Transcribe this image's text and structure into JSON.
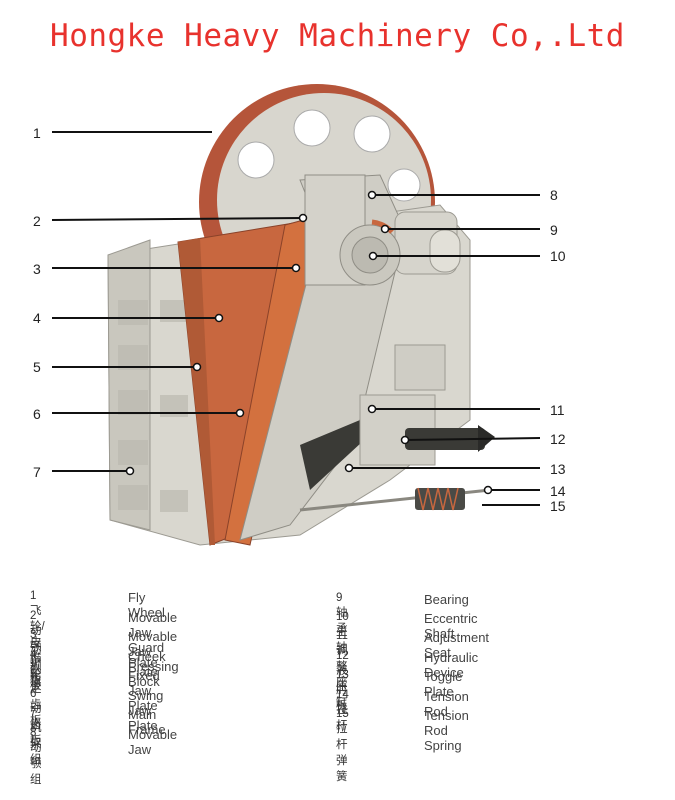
{
  "title": "Hongke Heavy Machinery Co,.Ltd",
  "callouts": [
    {
      "num": "1"
    },
    {
      "num": "2"
    },
    {
      "num": "3"
    },
    {
      "num": "4"
    },
    {
      "num": "5"
    },
    {
      "num": "6"
    },
    {
      "num": "7"
    },
    {
      "num": "8"
    },
    {
      "num": "9"
    },
    {
      "num": "10"
    },
    {
      "num": "11"
    },
    {
      "num": "12"
    },
    {
      "num": "13"
    },
    {
      "num": "14"
    },
    {
      "num": "15"
    }
  ],
  "legend_left": [
    {
      "cn": "1 飞轮/皮带轮",
      "en": "Fly Wheel"
    },
    {
      "cn": "2 动颚护板",
      "en": "Movable Jaw Guard Plate"
    },
    {
      "cn": "3 动颚板",
      "en": "Movable Jaw Pressing Block"
    },
    {
      "cn": "4 侧板",
      "en": "Cheek Plate"
    },
    {
      "cn": "5 定齿板",
      "en": "Fixed Jaw Plate"
    },
    {
      "cn": "6 动齿板",
      "en": "Swing Jaw Plate"
    },
    {
      "cn": "7 机架组",
      "en": "Main Frame"
    },
    {
      "cn": "8 动颚组",
      "en": "Movable Jaw"
    }
  ],
  "legend_right": [
    {
      "cn": "9 轴承",
      "en": "Bearing"
    },
    {
      "cn": "10 主轴",
      "en": "Eccentric Shaft"
    },
    {
      "cn": "11 调整座",
      "en": "Adjustment Seat"
    },
    {
      "cn": "12 液压缸",
      "en": "Hydraulic Device"
    },
    {
      "cn": "13 肘板",
      "en": "Toggle Plate"
    },
    {
      "cn": "14 拉杆",
      "en": "Tension Rod"
    },
    {
      "cn": "15 拉杆弹簧",
      "en": "Tension Rod Spring"
    }
  ],
  "colors": {
    "title": "#e8322d",
    "jaw_plate": "#c8673f",
    "frame": "#d6d4cc",
    "leader": "#111111"
  }
}
